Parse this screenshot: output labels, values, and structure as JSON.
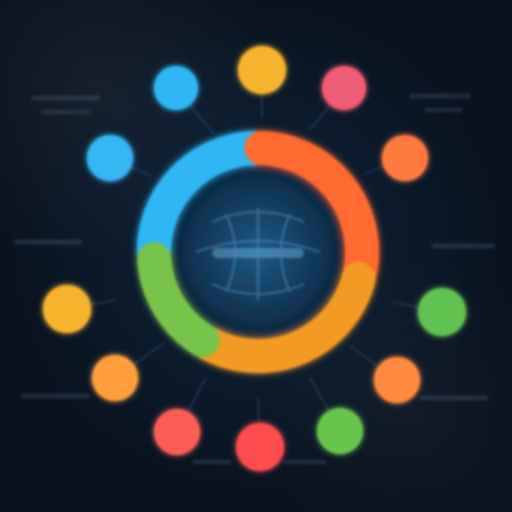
{
  "diagram": {
    "center_text": "",
    "ring_segments": [
      {
        "name": "blue",
        "color": "#2fb7f3"
      },
      {
        "name": "orange-red",
        "color": "#ff6a2f"
      },
      {
        "name": "orange",
        "color": "#f39a24"
      },
      {
        "name": "green",
        "color": "#78c34a"
      }
    ],
    "nodes": [
      {
        "name": "top-left-blue",
        "color": "#2fb7f3"
      },
      {
        "name": "top-yellow",
        "color": "#f6b32f"
      },
      {
        "name": "top-right-pink",
        "color": "#ef5b73"
      },
      {
        "name": "upper-left-blue",
        "color": "#35b7f3"
      },
      {
        "name": "upper-right-orange",
        "color": "#ff7a3d"
      },
      {
        "name": "left-yellow",
        "color": "#f6b32f"
      },
      {
        "name": "right-green",
        "color": "#61c24f"
      },
      {
        "name": "lower-left-orange",
        "color": "#ff9d3d"
      },
      {
        "name": "lower-right-orange",
        "color": "#ff8a3c"
      },
      {
        "name": "bottom-left-red",
        "color": "#ff5c57"
      },
      {
        "name": "bottom-red",
        "color": "#ff4e4e"
      },
      {
        "name": "bottom-right-green",
        "color": "#65c64c"
      }
    ]
  }
}
